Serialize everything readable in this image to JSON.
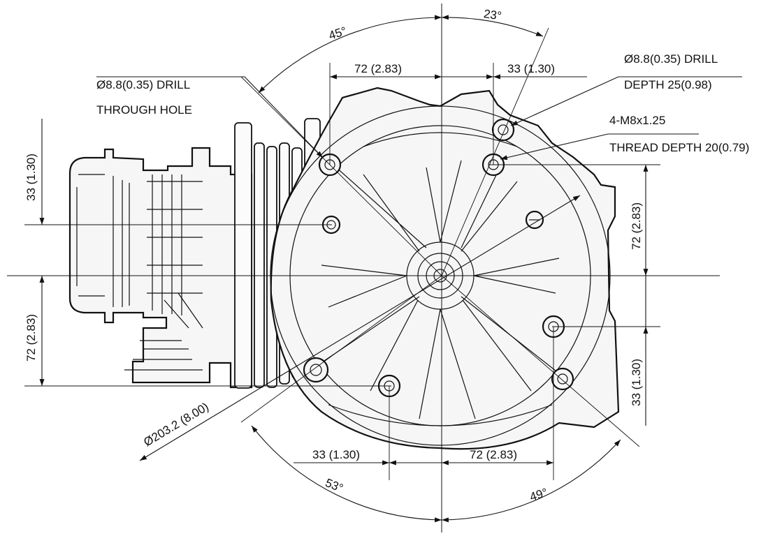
{
  "labels": {
    "angle_top_left": "45°",
    "angle_top_right": "23°",
    "angle_bottom_left": "53°",
    "angle_bottom_right": "49°",
    "top_dim_left": "72  (2.83)",
    "top_dim_right": "33  (1.30)",
    "bottom_dim_left": "33  (1.30)",
    "bottom_dim_right": "72  (2.83)",
    "left_dim_upper": "33  (1.30)",
    "left_dim_lower": "72  (2.83)",
    "right_dim_upper": "72  (2.83)",
    "right_dim_lower": "33  (1.30)",
    "diameter": "Ø203.2  (8.00)",
    "drill_through_line1": "Ø8.8(0.35) DRILL",
    "drill_through_line2": "THROUGH HOLE",
    "drill_depth_line1": "Ø8.8(0.35) DRILL",
    "drill_depth_line2": "DEPTH 25(0.98)",
    "thread_line1": "4-M8x1.25",
    "thread_line2": "THREAD DEPTH 20(0.79)"
  }
}
